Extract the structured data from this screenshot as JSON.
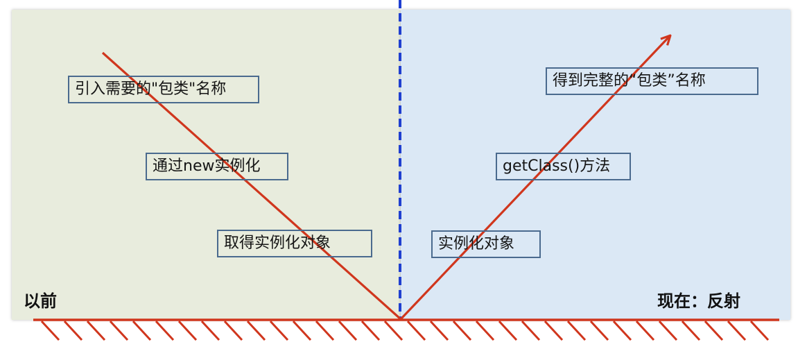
{
  "left_panel": {
    "label": "以前",
    "steps": [
      "引入需要的\"包类\"名称",
      "通过new实例化",
      "取得实例化对象"
    ]
  },
  "right_panel": {
    "label": "现在：反射",
    "steps": [
      "得到完整的“包类”名称",
      "getClass()方法",
      "实例化对象"
    ]
  },
  "colors": {
    "arrow": "#d0361d",
    "divider": "#1f3fd0",
    "left_bg": "#e8ecdd",
    "right_bg": "#dbe8f5",
    "box_border": "#4a6a8e"
  }
}
